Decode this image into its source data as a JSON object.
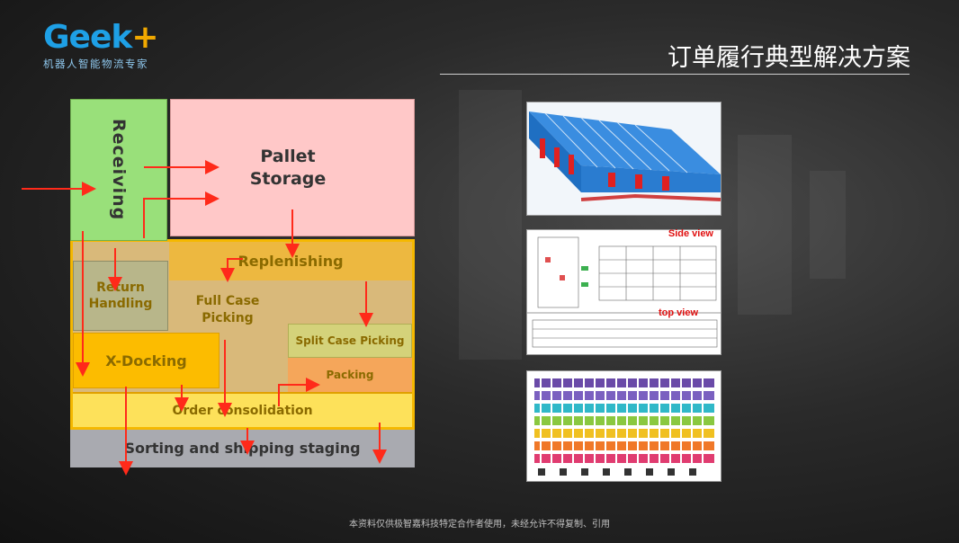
{
  "logo": {
    "word": "Geek",
    "plus": "+",
    "tagline": "机器人智能物流专家"
  },
  "header": {
    "title": "订单履行典型解决方案"
  },
  "diagram": {
    "receiving": "Receiving",
    "pallet_storage": "Pallet\nStorage",
    "replenishing": "Replenishing",
    "return_handling": "Return\nHandling",
    "full_case_picking": "Full Case\nPicking",
    "split_case_picking": "Split Case Picking",
    "packing": "Packing",
    "x_docking": "X-Docking",
    "order_consolidation": "Order consolidation",
    "sorting_shipping": "Sorting and shipping staging"
  },
  "images": {
    "side_view": "Side view",
    "top_view": "top view"
  },
  "footer": {
    "notice": "本资料仅供极智嘉科技特定合作者使用，未经允许不得复制、引用"
  },
  "colors": {
    "accent": "#1ea0e6",
    "arrow": "#ff2a1a",
    "receiving": "#99e07a",
    "pallet": "#ffc8c8",
    "frame": "#f5b800"
  }
}
